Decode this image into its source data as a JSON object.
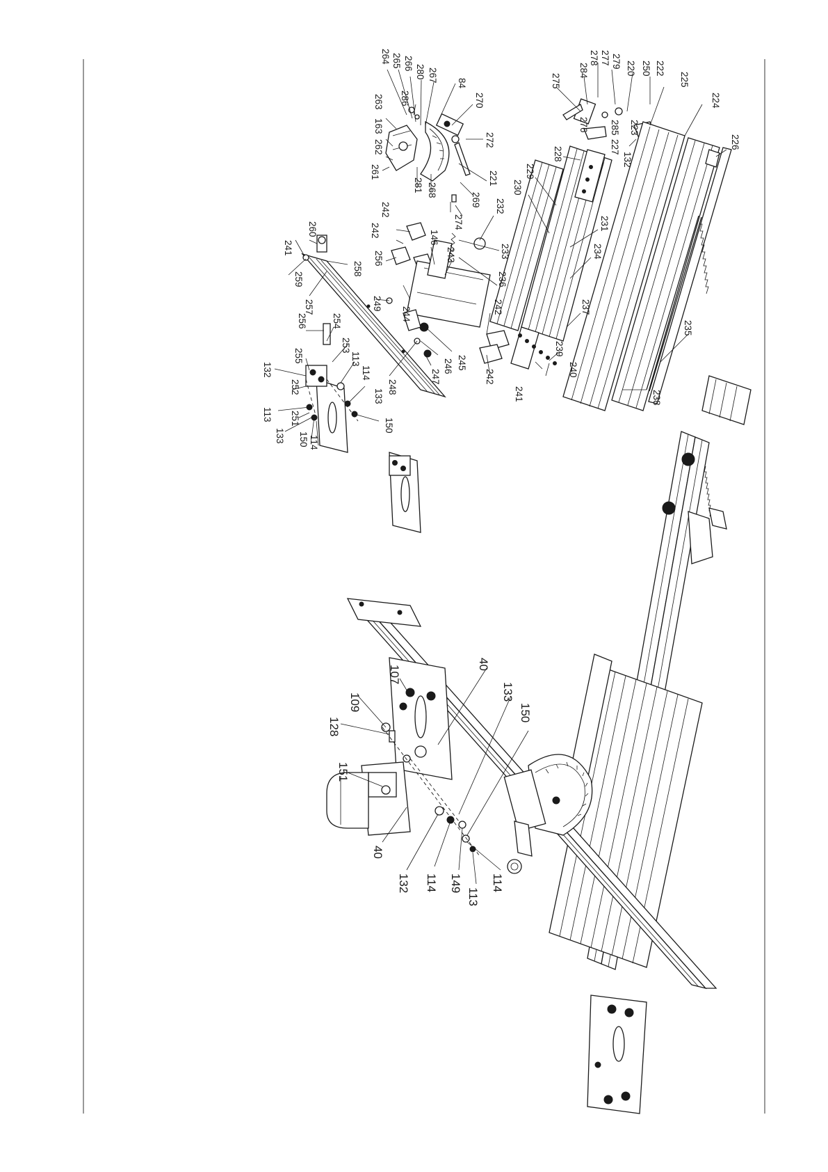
{
  "callouts_small": [
    {
      "id": "c264",
      "text": "264"
    },
    {
      "id": "c265",
      "text": "265"
    },
    {
      "id": "c266",
      "text": "266"
    },
    {
      "id": "c280",
      "text": "280"
    },
    {
      "id": "c267",
      "text": "267"
    },
    {
      "id": "c84",
      "text": "84"
    },
    {
      "id": "c270",
      "text": "270"
    },
    {
      "id": "c286",
      "text": "286"
    },
    {
      "id": "c263",
      "text": "263"
    },
    {
      "id": "c163",
      "text": "163"
    },
    {
      "id": "c262",
      "text": "262"
    },
    {
      "id": "c261",
      "text": "261"
    },
    {
      "id": "c272",
      "text": "272"
    },
    {
      "id": "c221",
      "text": "221"
    },
    {
      "id": "c281",
      "text": "281"
    },
    {
      "id": "c268",
      "text": "268"
    },
    {
      "id": "c269",
      "text": "269"
    },
    {
      "id": "c274",
      "text": "274"
    },
    {
      "id": "c275",
      "text": "275"
    },
    {
      "id": "c284",
      "text": "284"
    },
    {
      "id": "c278",
      "text": "278"
    },
    {
      "id": "c277",
      "text": "277"
    },
    {
      "id": "c279",
      "text": "279"
    },
    {
      "id": "c220",
      "text": "220"
    },
    {
      "id": "c250",
      "text": "250"
    },
    {
      "id": "c222",
      "text": "222"
    },
    {
      "id": "c225",
      "text": "225"
    },
    {
      "id": "c224",
      "text": "224"
    },
    {
      "id": "c226",
      "text": "226"
    },
    {
      "id": "c276",
      "text": "276"
    },
    {
      "id": "c285",
      "text": "285"
    },
    {
      "id": "c227",
      "text": "227"
    },
    {
      "id": "c223",
      "text": "223"
    },
    {
      "id": "c132a",
      "text": "132"
    },
    {
      "id": "c228",
      "text": "228"
    },
    {
      "id": "c229",
      "text": "229"
    },
    {
      "id": "c230",
      "text": "230"
    },
    {
      "id": "c231",
      "text": "231"
    },
    {
      "id": "c234",
      "text": "234"
    },
    {
      "id": "c237",
      "text": "237"
    },
    {
      "id": "c235",
      "text": "235"
    },
    {
      "id": "c239",
      "text": "239"
    },
    {
      "id": "c240",
      "text": "240"
    },
    {
      "id": "c238",
      "text": "238"
    },
    {
      "id": "c232",
      "text": "232"
    },
    {
      "id": "c233",
      "text": "233"
    },
    {
      "id": "c236",
      "text": "236"
    },
    {
      "id": "c242a",
      "text": "242"
    },
    {
      "id": "c242b",
      "text": "242"
    },
    {
      "id": "c242c",
      "text": "242"
    },
    {
      "id": "c242d",
      "text": "242"
    },
    {
      "id": "c256a",
      "text": "256"
    },
    {
      "id": "c146",
      "text": "146"
    },
    {
      "id": "c243",
      "text": "243"
    },
    {
      "id": "c249",
      "text": "249"
    },
    {
      "id": "c244",
      "text": "244"
    },
    {
      "id": "c245",
      "text": "245"
    },
    {
      "id": "c246",
      "text": "246"
    },
    {
      "id": "c247",
      "text": "247"
    },
    {
      "id": "c248",
      "text": "248"
    },
    {
      "id": "c241a",
      "text": "241"
    },
    {
      "id": "c241b",
      "text": "241"
    },
    {
      "id": "c260",
      "text": "260"
    },
    {
      "id": "c259",
      "text": "259"
    },
    {
      "id": "c258",
      "text": "258"
    },
    {
      "id": "c257",
      "text": "257"
    },
    {
      "id": "c256b",
      "text": "256"
    },
    {
      "id": "c254",
      "text": "254"
    },
    {
      "id": "c253",
      "text": "253"
    },
    {
      "id": "c113a",
      "text": "113"
    },
    {
      "id": "c114a",
      "text": "114"
    },
    {
      "id": "c133a",
      "text": "133"
    },
    {
      "id": "c150a",
      "text": "150"
    },
    {
      "id": "c255",
      "text": "255"
    },
    {
      "id": "c132b",
      "text": "132"
    },
    {
      "id": "c252",
      "text": "252"
    },
    {
      "id": "c113b",
      "text": "113"
    },
    {
      "id": "c251",
      "text": "251"
    },
    {
      "id": "c133b",
      "text": "133"
    },
    {
      "id": "c150b",
      "text": "150"
    },
    {
      "id": "c114b",
      "text": "114"
    }
  ],
  "callouts_large": [
    {
      "id": "L40a",
      "text": "40"
    },
    {
      "id": "L133",
      "text": "133"
    },
    {
      "id": "L150",
      "text": "150"
    },
    {
      "id": "L107",
      "text": "107"
    },
    {
      "id": "L109",
      "text": "109"
    },
    {
      "id": "L128",
      "text": "128"
    },
    {
      "id": "L151",
      "text": "151"
    },
    {
      "id": "L40b",
      "text": "40"
    },
    {
      "id": "L132",
      "text": "132"
    },
    {
      "id": "L114a",
      "text": "114"
    },
    {
      "id": "L149",
      "text": "149"
    },
    {
      "id": "L113",
      "text": "113"
    },
    {
      "id": "L114b",
      "text": "114"
    }
  ]
}
